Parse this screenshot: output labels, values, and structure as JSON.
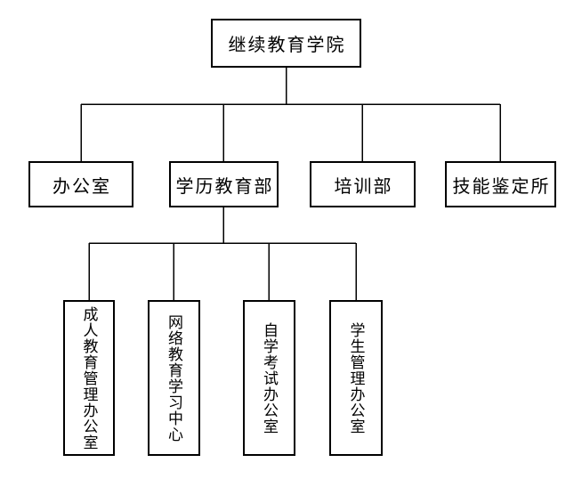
{
  "diagram": {
    "title": "org-structure-chart",
    "colors": {
      "background": "#ffffff",
      "line": "#000000",
      "text": "#000000"
    },
    "root": {
      "label": "继续教育学院"
    },
    "level2": [
      {
        "label": "办公室"
      },
      {
        "label": "学历教育部"
      },
      {
        "label": "培训部"
      },
      {
        "label": "技能鉴定所"
      }
    ],
    "level3_parent": "学历教育部",
    "level3": [
      {
        "label": "成人教育管理办公室"
      },
      {
        "label": "网络教育学习中心"
      },
      {
        "label": "自学考试办公室"
      },
      {
        "label": "学生管理办公室"
      }
    ]
  }
}
